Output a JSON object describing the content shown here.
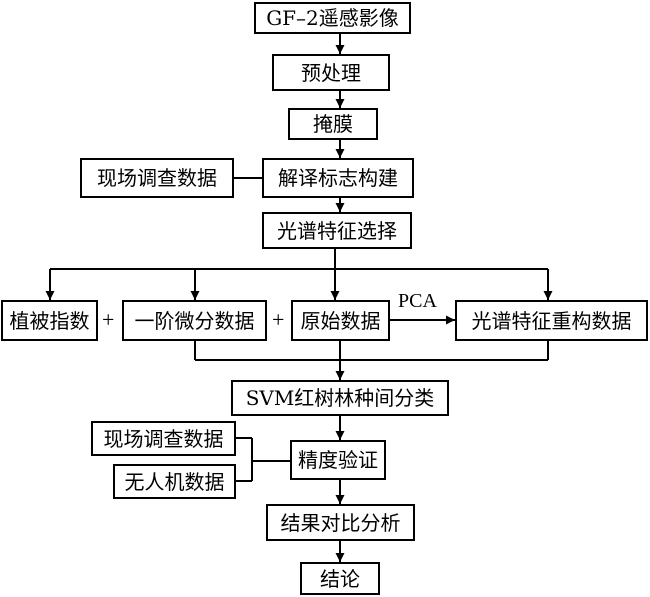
{
  "nodes": {
    "gf2": "GF–2遥感影像",
    "preprocess": "预处理",
    "mask": "掩膜",
    "field_survey_1": "现场调查数据",
    "interpretation": "解译标志构建",
    "spectral_selection": "光谱特征选择",
    "vegetation_index": "植被指数",
    "first_derivative": "一阶微分数据",
    "original_data": "原始数据",
    "spectral_reconstruct": "光谱特征重构数据",
    "svm": "SVM红树林种间分类",
    "field_survey_2": "现场调查数据",
    "uav_data": "无人机数据",
    "accuracy": "精度验证",
    "comparison": "结果对比分析",
    "conclusion": "结论"
  },
  "labels": {
    "plus_1": "+",
    "plus_2": "+",
    "pca": "PCA"
  }
}
